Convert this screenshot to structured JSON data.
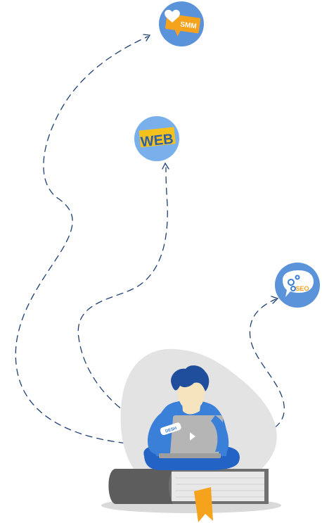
{
  "badges": {
    "smm": {
      "label": "SMM",
      "icon": "heart-icon"
    },
    "web": {
      "label": "WEB",
      "icon": "web-text-icon"
    },
    "seo": {
      "label": "SEO",
      "icon": "gears-icon"
    }
  },
  "laptop_sticker": {
    "label": "DESH"
  },
  "colors": {
    "badge_blue": "#5b93db",
    "badge_light_blue": "#79b0ec",
    "accent_orange": "#f5a21d",
    "shirt_blue": "#3a7fd8",
    "pants_blue": "#2463c6",
    "hair_navy": "#1f4f9c",
    "skin": "#f6e4be",
    "laptop_gray": "#b5b5b5",
    "blob_gray": "#e3e3e3",
    "book_gray": "#707070",
    "book_pages": "#e8e8e8",
    "dash_line": "#1e3f73"
  }
}
